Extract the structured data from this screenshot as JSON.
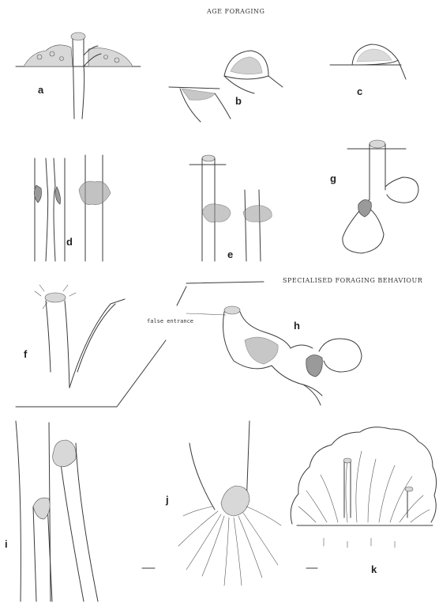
{
  "headings": {
    "top": "AGE FORAGING",
    "specialised": "SPECIALISED FORAGING BEHAVIOUR"
  },
  "annotation": "false entrance",
  "panel_labels": {
    "a": "a",
    "b": "b",
    "c": "c",
    "d": "d",
    "e": "e",
    "f": "f",
    "g": "g",
    "h": "h",
    "i": "i",
    "j": "j",
    "k": "k"
  }
}
